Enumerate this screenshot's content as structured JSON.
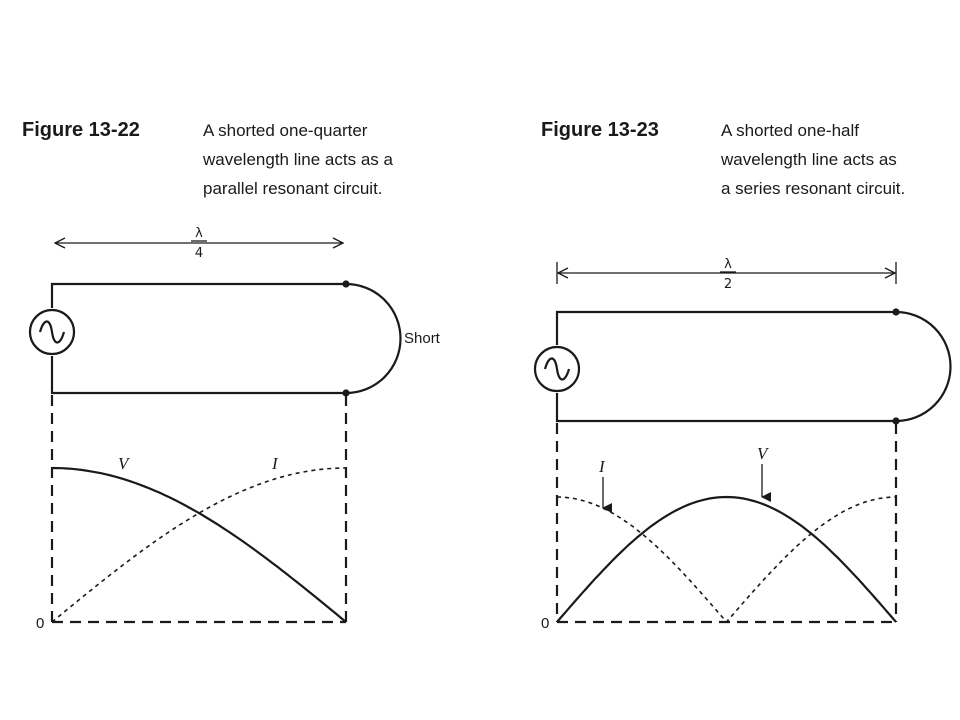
{
  "figures": [
    {
      "number": "Figure 13-22",
      "caption": [
        "A shorted one-quarter",
        "wavelength line acts as a",
        "parallel resonant circuit."
      ],
      "length": {
        "symbol": "λ",
        "divisor": "4"
      },
      "short_label": "Short",
      "labels": {
        "voltage": "V",
        "current": "I",
        "origin": "0"
      }
    },
    {
      "number": "Figure 13-23",
      "caption": [
        "A shorted one-half",
        "wavelength line acts as",
        "a series resonant circuit."
      ],
      "length": {
        "symbol": "λ",
        "divisor": "2"
      },
      "labels": {
        "voltage": "V",
        "current": "I",
        "origin": "0"
      }
    }
  ]
}
